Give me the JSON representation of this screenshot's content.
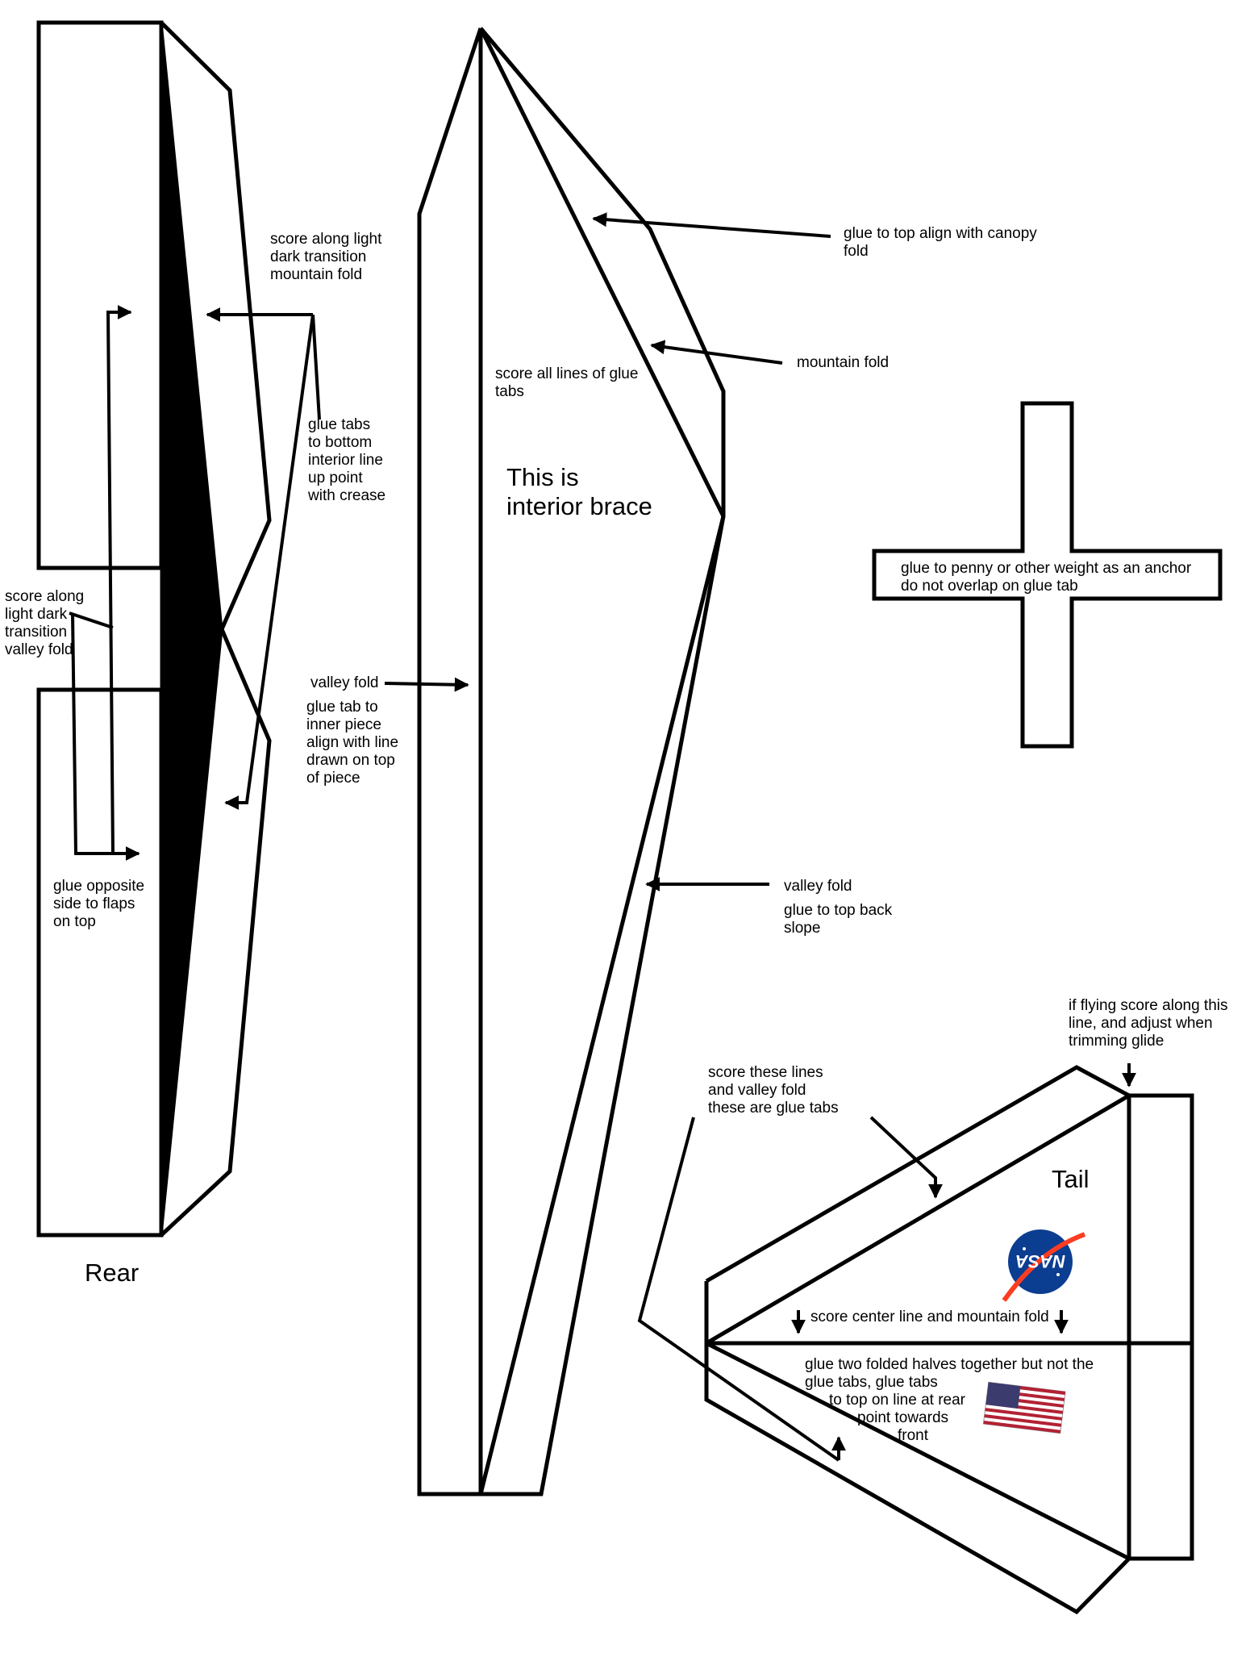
{
  "rear": {
    "title": "Rear",
    "score_mountain": [
      "score along light",
      "dark transition",
      "mountain fold"
    ],
    "glue_tabs": [
      "glue tabs",
      "to bottom",
      "interior line",
      "up point",
      "with crease"
    ],
    "score_valley": [
      "score along",
      "light dark",
      "transition",
      "valley fold"
    ],
    "glue_opposite": [
      "glue opposite",
      "side to flaps",
      "on top"
    ]
  },
  "brace": {
    "title": [
      "This is",
      "interior brace"
    ],
    "score_tabs": [
      "score all lines of glue",
      "tabs"
    ],
    "glue_canopy": [
      "glue to top align with canopy",
      "fold"
    ],
    "mountain": [
      "mountain fold"
    ],
    "valley_left": [
      "valley fold"
    ],
    "glue_inner": [
      "glue tab to",
      "inner piece",
      "align with line",
      "drawn on top",
      "of piece"
    ],
    "valley_right": [
      "valley fold"
    ],
    "glue_back": [
      "glue to top back",
      "slope"
    ]
  },
  "anchor": {
    "note": [
      "glue to penny or other weight as an anchor",
      "do not overlap on glue tab"
    ]
  },
  "tail": {
    "title": "Tail",
    "flying_note": [
      "if flying score along this",
      "line, and adjust when",
      "trimming glide"
    ],
    "score_tabs": [
      "score these lines",
      "and valley fold",
      "these are glue tabs"
    ],
    "center_note": "score center line and mountain fold",
    "glue_halves": [
      "glue two folded halves together but not the",
      "glue tabs, glue tabs",
      "to top on line at rear",
      "point towards",
      "front"
    ],
    "logo_text": "NASA",
    "colors": {
      "logo_blue": "#0b3d91",
      "logo_red": "#fc3d21",
      "flag_red": "#b22234",
      "flag_blue": "#3c3b6e"
    }
  }
}
